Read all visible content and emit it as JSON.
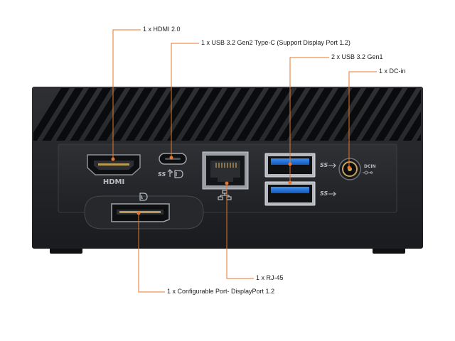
{
  "callouts": {
    "hdmi": "1 x HDMI 2.0",
    "usb_c": "1 x USB 3.2 Gen2 Type-C (Support Display Port 1.2)",
    "usb_a": "2 x USB 3.2 Gen1",
    "dc_in": "1 x DC-in",
    "rj45": "1 x RJ-45",
    "displayport": "1 x Configurable Port- DisplayPort 1.2"
  },
  "panel_labels": {
    "hdmi": "HDMI",
    "ss_c": "SS",
    "ss_a1": "SS",
    "ss_a2": "SS",
    "dcin": "DCIN"
  },
  "colors": {
    "accent": "#e8762b",
    "chassis": "#1f2124",
    "usb_blue": "#1e6fd9"
  },
  "icons": {
    "displayport": "displayport-icon",
    "network": "network-icon",
    "superspeed": "superspeed-usb-icon",
    "thunderbolt": "displayport-alt-mode-icon"
  }
}
